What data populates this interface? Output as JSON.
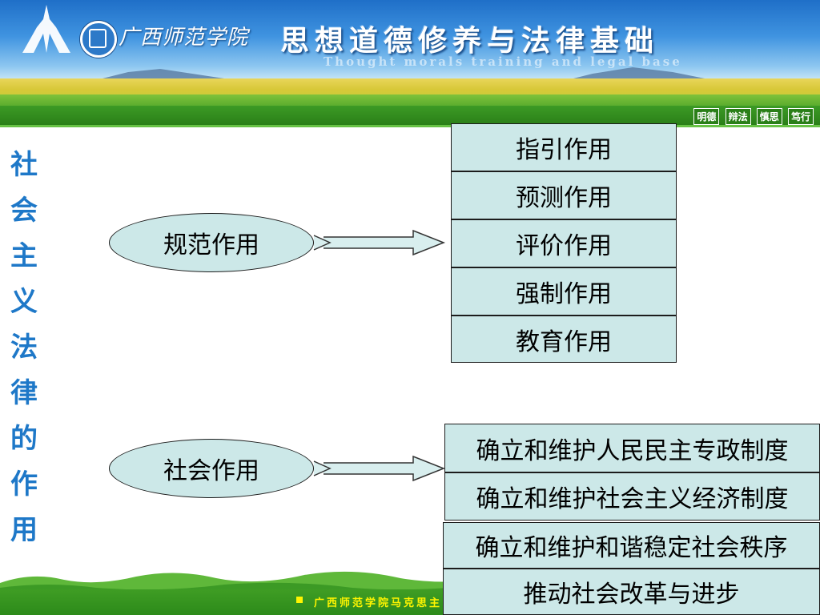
{
  "header": {
    "school_name": "广西师范学院",
    "course_title": "思想道德修养与法律基础",
    "course_title_en": "Thought morals training and legal base",
    "nav": [
      "明德",
      "辩法",
      "慎思",
      "笃行"
    ]
  },
  "vertical_title": "社会主义法律的作用",
  "diagram": {
    "normative": {
      "label": "规范作用",
      "items": [
        "指引作用",
        "预测作用",
        "评价作用",
        "强制作用",
        "教育作用"
      ]
    },
    "social": {
      "label": "社会作用",
      "items": [
        "确立和维护人民民主专政制度",
        "确立和维护社会主义经济制度",
        "确立和维护和谐稳定社会秩序",
        "推动社会改革与进步"
      ]
    }
  },
  "footer": {
    "text": "广西师范学院马克思主"
  },
  "colors": {
    "box_fill": "#cce8e8",
    "title_blue": "#1e78c8",
    "footer_yellow": "#fff500"
  }
}
